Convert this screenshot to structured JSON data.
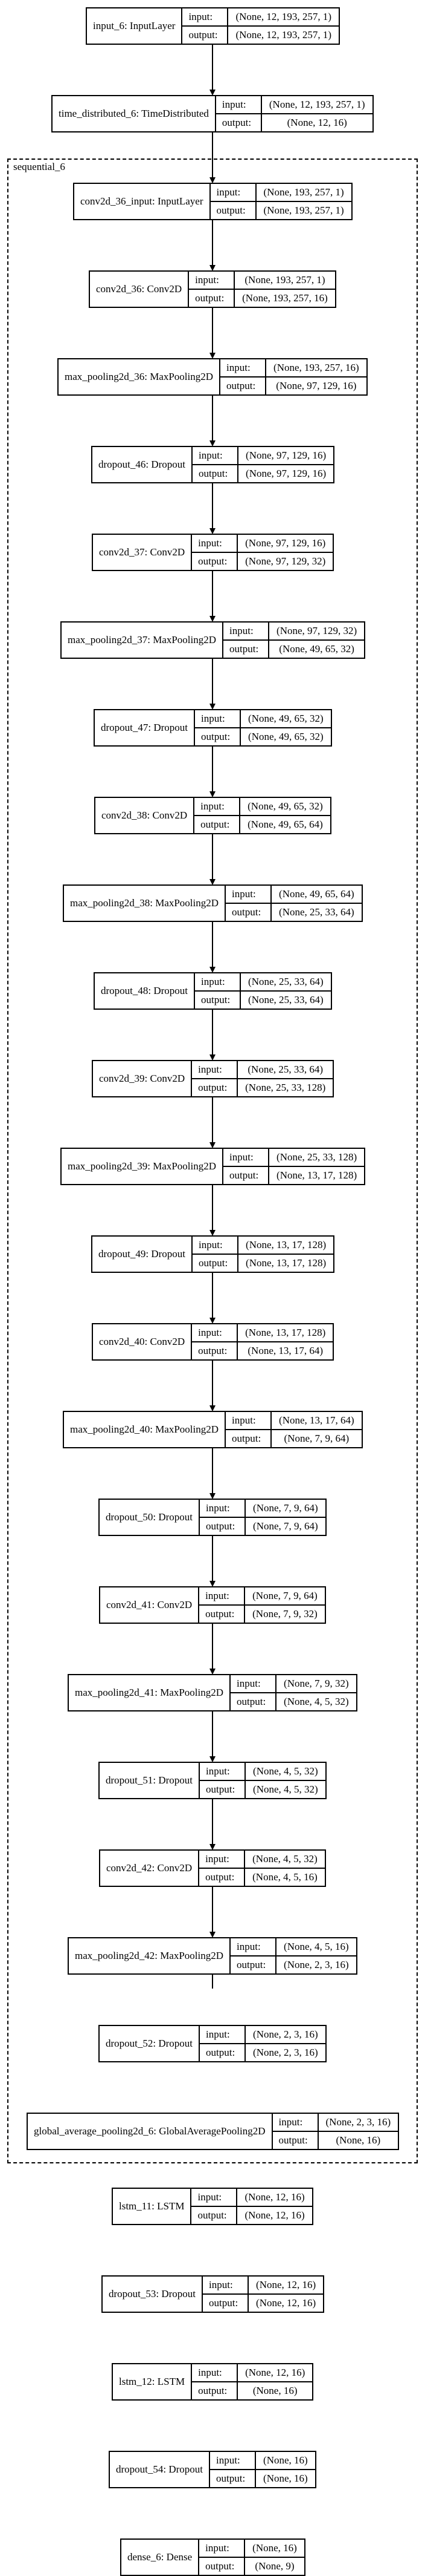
{
  "diagram": {
    "cluster_label": "sequential_6",
    "io_labels": {
      "input": "input:",
      "output": "output:"
    },
    "nodes_outer_top": [
      {
        "id": "input_6",
        "name": "input_6: InputLayer",
        "input": "(None, 12, 193, 257, 1)",
        "output": "(None, 12, 193, 257, 1)"
      },
      {
        "id": "time_distributed_6",
        "name": "time_distributed_6: TimeDistributed",
        "input": "(None, 12, 193, 257, 1)",
        "output": "(None, 12, 16)"
      }
    ],
    "nodes_inner": [
      {
        "id": "conv2d_36_input",
        "name": "conv2d_36_input: InputLayer",
        "input": "(None, 193, 257, 1)",
        "output": "(None, 193, 257, 1)"
      },
      {
        "id": "conv2d_36",
        "name": "conv2d_36: Conv2D",
        "input": "(None, 193, 257, 1)",
        "output": "(None, 193, 257, 16)"
      },
      {
        "id": "max_pooling2d_36",
        "name": "max_pooling2d_36: MaxPooling2D",
        "input": "(None, 193, 257, 16)",
        "output": "(None, 97, 129, 16)"
      },
      {
        "id": "dropout_46",
        "name": "dropout_46: Dropout",
        "input": "(None, 97, 129, 16)",
        "output": "(None, 97, 129, 16)"
      },
      {
        "id": "conv2d_37",
        "name": "conv2d_37: Conv2D",
        "input": "(None, 97, 129, 16)",
        "output": "(None, 97, 129, 32)"
      },
      {
        "id": "max_pooling2d_37",
        "name": "max_pooling2d_37: MaxPooling2D",
        "input": "(None, 97, 129, 32)",
        "output": "(None, 49, 65, 32)"
      },
      {
        "id": "dropout_47",
        "name": "dropout_47: Dropout",
        "input": "(None, 49, 65, 32)",
        "output": "(None, 49, 65, 32)"
      },
      {
        "id": "conv2d_38",
        "name": "conv2d_38: Conv2D",
        "input": "(None, 49, 65, 32)",
        "output": "(None, 49, 65, 64)"
      },
      {
        "id": "max_pooling2d_38",
        "name": "max_pooling2d_38: MaxPooling2D",
        "input": "(None, 49, 65, 64)",
        "output": "(None, 25, 33, 64)"
      },
      {
        "id": "dropout_48",
        "name": "dropout_48: Dropout",
        "input": "(None, 25, 33, 64)",
        "output": "(None, 25, 33, 64)"
      },
      {
        "id": "conv2d_39",
        "name": "conv2d_39: Conv2D",
        "input": "(None, 25, 33, 64)",
        "output": "(None, 25, 33, 128)"
      },
      {
        "id": "max_pooling2d_39",
        "name": "max_pooling2d_39: MaxPooling2D",
        "input": "(None, 25, 33, 128)",
        "output": "(None, 13, 17, 128)"
      },
      {
        "id": "dropout_49",
        "name": "dropout_49: Dropout",
        "input": "(None, 13, 17, 128)",
        "output": "(None, 13, 17, 128)"
      },
      {
        "id": "conv2d_40",
        "name": "conv2d_40: Conv2D",
        "input": "(None, 13, 17, 128)",
        "output": "(None, 13, 17, 64)"
      },
      {
        "id": "max_pooling2d_40",
        "name": "max_pooling2d_40: MaxPooling2D",
        "input": "(None, 13, 17, 64)",
        "output": "(None, 7, 9, 64)"
      },
      {
        "id": "dropout_50",
        "name": "dropout_50: Dropout",
        "input": "(None, 7, 9, 64)",
        "output": "(None, 7, 9, 64)"
      },
      {
        "id": "conv2d_41",
        "name": "conv2d_41: Conv2D",
        "input": "(None, 7, 9, 64)",
        "output": "(None, 7, 9, 32)"
      },
      {
        "id": "max_pooling2d_41",
        "name": "max_pooling2d_41: MaxPooling2D",
        "input": "(None, 7, 9, 32)",
        "output": "(None, 4, 5, 32)"
      },
      {
        "id": "dropout_51",
        "name": "dropout_51: Dropout",
        "input": "(None, 4, 5, 32)",
        "output": "(None, 4, 5, 32)"
      },
      {
        "id": "conv2d_42",
        "name": "conv2d_42: Conv2D",
        "input": "(None, 4, 5, 32)",
        "output": "(None, 4, 5, 16)"
      },
      {
        "id": "max_pooling2d_42",
        "name": "max_pooling2d_42: MaxPooling2D",
        "input": "(None, 4, 5, 16)",
        "output": "(None, 2, 3, 16)"
      },
      {
        "id": "dropout_52",
        "name": "dropout_52: Dropout",
        "input": "(None, 2, 3, 16)",
        "output": "(None, 2, 3, 16)"
      },
      {
        "id": "global_average_pooling2d_6",
        "name": "global_average_pooling2d_6: GlobalAveragePooling2D",
        "input": "(None, 2, 3, 16)",
        "output": "(None, 16)"
      }
    ],
    "nodes_outer_bottom": [
      {
        "id": "lstm_11",
        "name": "lstm_11: LSTM",
        "input": "(None, 12, 16)",
        "output": "(None, 12, 16)"
      },
      {
        "id": "dropout_53",
        "name": "dropout_53: Dropout",
        "input": "(None, 12, 16)",
        "output": "(None, 12, 16)"
      },
      {
        "id": "lstm_12",
        "name": "lstm_12: LSTM",
        "input": "(None, 12, 16)",
        "output": "(None, 16)"
      },
      {
        "id": "dropout_54",
        "name": "dropout_54: Dropout",
        "input": "(None, 16)",
        "output": "(None, 16)"
      },
      {
        "id": "dense_6",
        "name": "dense_6: Dense",
        "input": "(None, 16)",
        "output": "(None, 9)"
      }
    ]
  }
}
